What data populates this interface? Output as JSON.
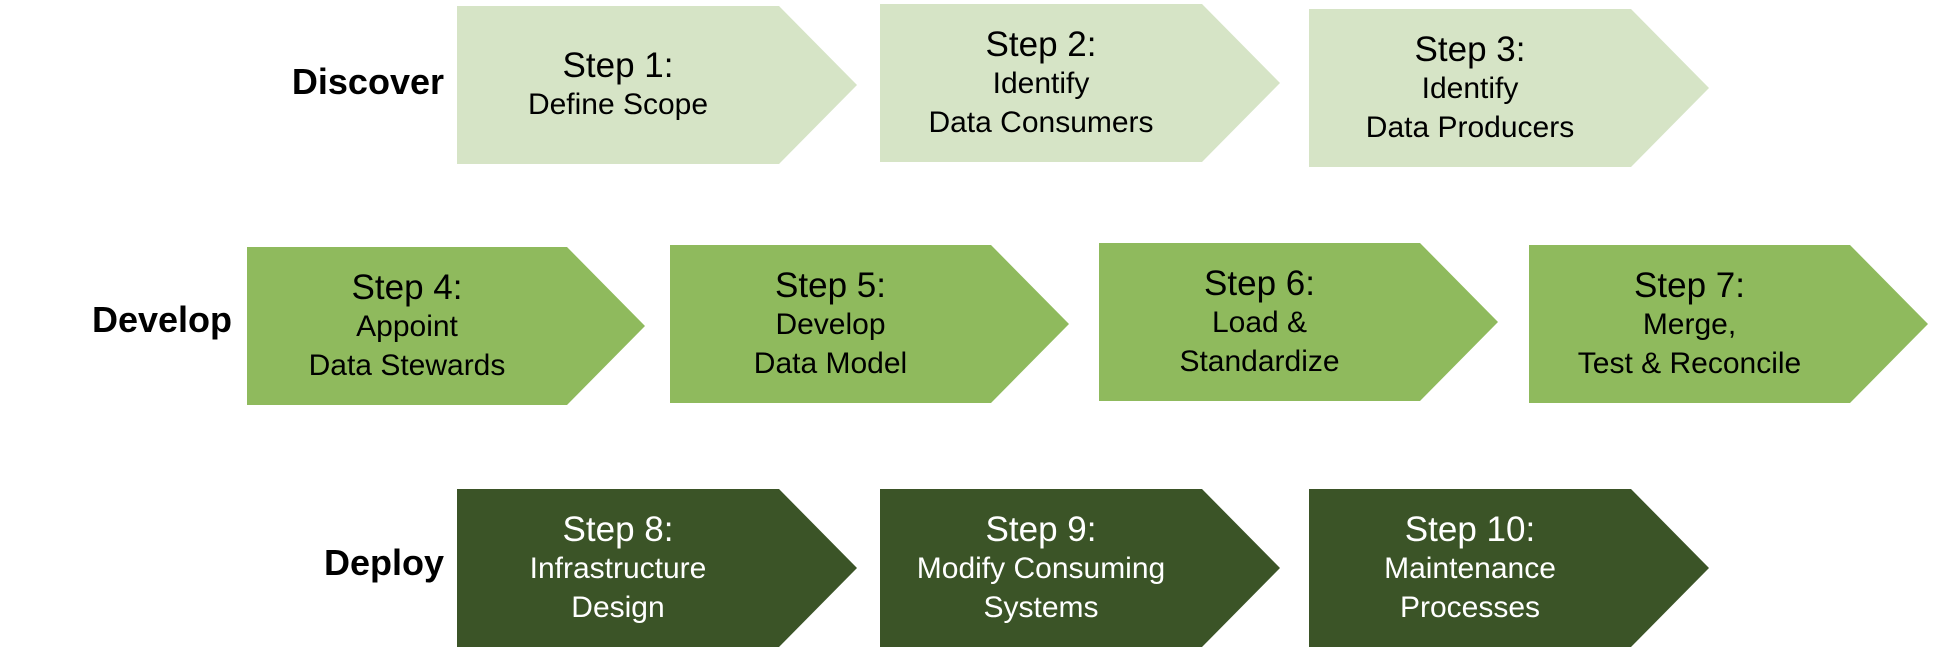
{
  "phases": [
    {
      "label": "Discover",
      "steps": [
        {
          "num": "Step 1:",
          "lines": [
            "Define Scope"
          ]
        },
        {
          "num": "Step 2:",
          "lines": [
            "Identify",
            "Data Consumers"
          ]
        },
        {
          "num": "Step 3:",
          "lines": [
            "Identify",
            "Data Producers"
          ]
        }
      ]
    },
    {
      "label": "Develop",
      "steps": [
        {
          "num": "Step 4:",
          "lines": [
            "Appoint",
            "Data Stewards"
          ]
        },
        {
          "num": "Step 5:",
          "lines": [
            "Develop",
            "Data Model"
          ]
        },
        {
          "num": "Step 6:",
          "lines": [
            "Load &",
            "Standardize"
          ]
        },
        {
          "num": "Step 7:",
          "lines": [
            "Merge,",
            "Test & Reconcile"
          ]
        }
      ]
    },
    {
      "label": "Deploy",
      "steps": [
        {
          "num": "Step 8:",
          "lines": [
            "Infrastructure",
            "Design"
          ]
        },
        {
          "num": "Step 9:",
          "lines": [
            "Modify Consuming",
            "Systems"
          ]
        },
        {
          "num": "Step 10:",
          "lines": [
            "Maintenance",
            "Processes"
          ]
        }
      ]
    }
  ],
  "colors": {
    "discover": "#d6e4c6",
    "develop": "#8fba5d",
    "deploy": "#3b5427"
  }
}
